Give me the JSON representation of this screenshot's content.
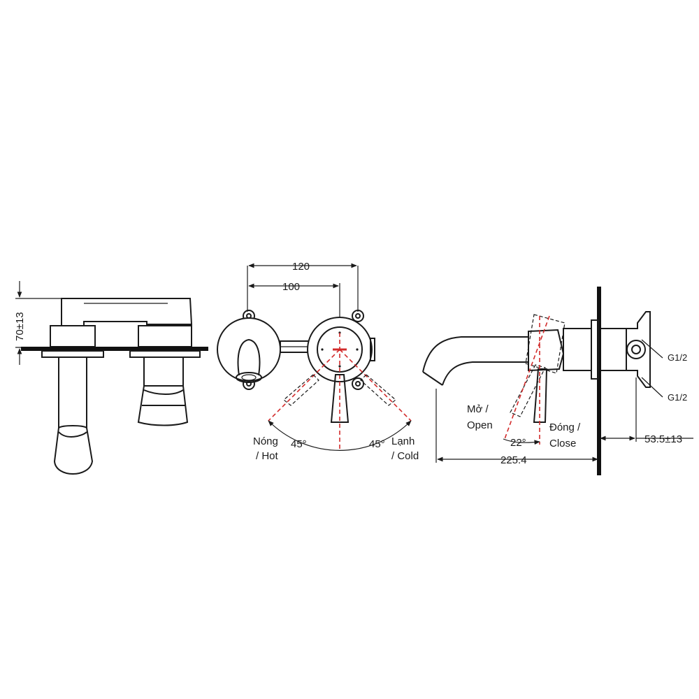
{
  "dimensions": {
    "height_side": "70±13",
    "width_outer": "120",
    "width_inner": "100",
    "length_spout": "225.4",
    "depth_wall": "53.5±13",
    "angle_hot": "45°",
    "angle_cold": "45°",
    "angle_tilt": "22°"
  },
  "labels": {
    "hot_line1": "Nóng",
    "hot_line2": "/ Hot",
    "cold_line1": "Lạnh",
    "cold_line2": "/ Cold",
    "open_line1": "Mở /",
    "open_line2": "Open",
    "close_line1": "Đóng /",
    "close_line2": "Close",
    "thread_top": "G1/2",
    "thread_bottom": "G1/2"
  }
}
